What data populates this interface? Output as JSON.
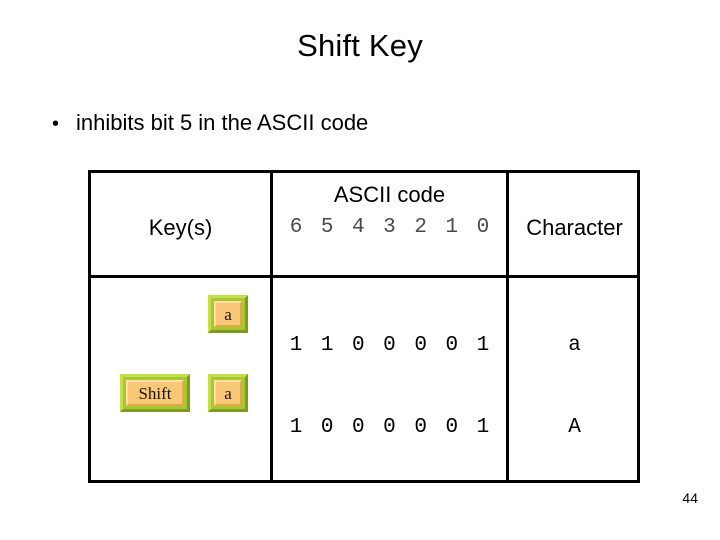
{
  "slide": {
    "title": "Shift Key",
    "page_number": "44",
    "bullets": [
      {
        "marker": "•",
        "text": "inhibits bit 5 in the ASCII code"
      }
    ]
  },
  "table": {
    "headers": {
      "keys": "Key(s)",
      "ascii_group": "ASCII code",
      "character": "Character"
    },
    "bit_labels": [
      "6",
      "5",
      "4",
      "3",
      "2",
      "1",
      "0"
    ],
    "rows": [
      {
        "keys": [
          "a"
        ],
        "code": [
          "1",
          "1",
          "0",
          "0",
          "0",
          "0",
          "1"
        ],
        "character": "a"
      },
      {
        "keys": [
          "Shift",
          "a"
        ],
        "code": [
          "1",
          "0",
          "0",
          "0",
          "0",
          "0",
          "1"
        ],
        "character": "A"
      }
    ]
  },
  "colors": {
    "key_bevel_light": "#c3e04a",
    "key_bevel_base": "#a8c832",
    "key_bevel_dark": "#7e9a22",
    "key_face": "#f9c877",
    "table_border": "#000000",
    "bit_label_text": "#4a4a4a",
    "background": "#ffffff"
  }
}
